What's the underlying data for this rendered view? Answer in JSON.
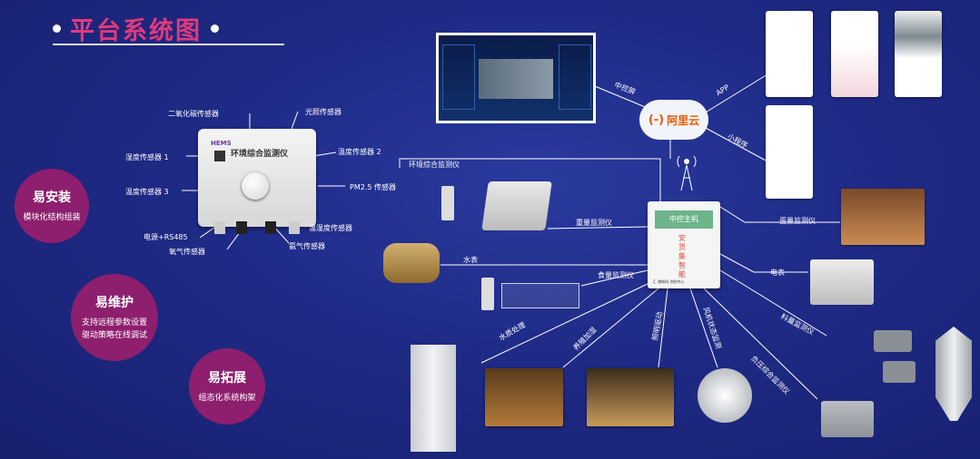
{
  "title": "平台系统图",
  "features": [
    {
      "heading": "易安装",
      "lines": [
        "模块化结构组装"
      ]
    },
    {
      "heading": "易维护",
      "lines": [
        "支持远程参数设置",
        "驱动策略在线调试"
      ]
    },
    {
      "heading": "易拓展",
      "lines": [
        "组态化系统构架"
      ]
    }
  ],
  "monitor_device": {
    "brand": "HEMS",
    "name": "环境综合监测仪"
  },
  "sensor_labels": {
    "co2": "二氧化碳传感器",
    "light": "光照传感器",
    "humidity1": "湿度传感器 1",
    "temp2": "温度传感器 2",
    "temp3": "温度传感器 3",
    "pm25": "PM2.5 传感器",
    "power_rs485": "电源+RS485",
    "temp_humidity": "温湿度传感器",
    "oxygen": "氧气传感器",
    "ammonia": "氨气传感器"
  },
  "controller": {
    "name": "中控主机",
    "brand_lines": [
      "安",
      "货",
      "集",
      "智",
      "能"
    ],
    "footer": "汇 物联网 控制中心"
  },
  "cloud": {
    "name": "阿里云"
  },
  "connections": {
    "middle_platform": "中控屏",
    "app": "APP",
    "mini_program": "小程序",
    "env_monitor": "环境综合监测仪",
    "weight": "重量监测仪",
    "water_meter": "水表",
    "feed_weight": "食量监测仪",
    "meter": "电表",
    "egg_monitor": "蛋量监测仪",
    "feed_level": "料量监测仪",
    "water_treatment": "水质处理",
    "feeding": "养殖加湿",
    "lighting": "照明驱动",
    "fan_status": "风机状态监测",
    "exhaust_monitor": "负压综合监测仪"
  },
  "colors": {
    "background": "#1f2a86",
    "accent": "#e13a7a",
    "feature_circle": "#8d1f6e",
    "cloud_text": "#e85a00"
  }
}
